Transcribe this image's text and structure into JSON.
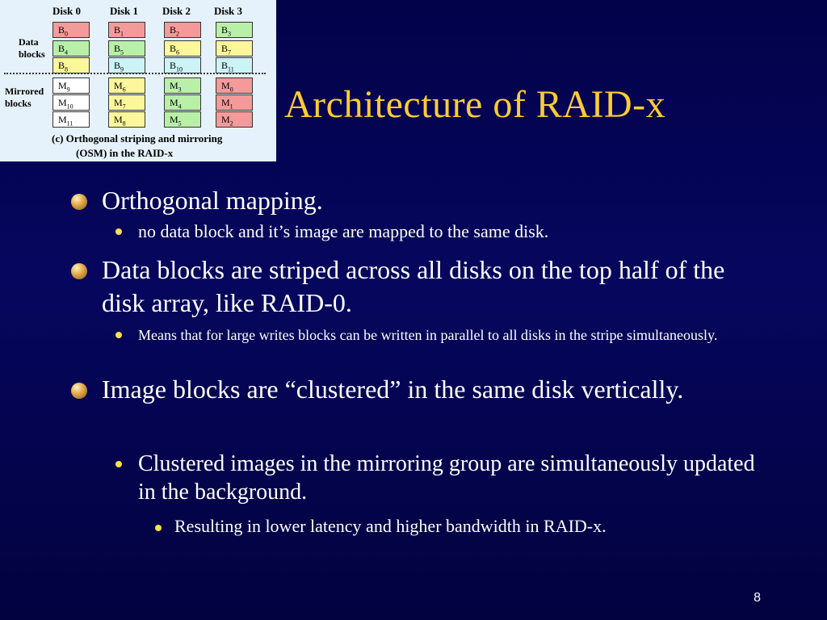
{
  "diagram": {
    "disks": [
      "Disk 0",
      "Disk 1",
      "Disk 2",
      "Disk 3"
    ],
    "data_label": [
      "Data",
      "blocks"
    ],
    "mirror_label": [
      "Mirrored",
      "blocks"
    ],
    "rows": [
      [
        {
          "letter": "B",
          "num": "0",
          "color": "red"
        },
        {
          "letter": "B",
          "num": "1",
          "color": "red"
        },
        {
          "letter": "B",
          "num": "2",
          "color": "red"
        },
        {
          "letter": "B",
          "num": "3",
          "color": "green"
        }
      ],
      [
        {
          "letter": "B",
          "num": "4",
          "color": "green"
        },
        {
          "letter": "B",
          "num": "5",
          "color": "green"
        },
        {
          "letter": "B",
          "num": "6",
          "color": "yellow"
        },
        {
          "letter": "B",
          "num": "7",
          "color": "yellow"
        }
      ],
      [
        {
          "letter": "B",
          "num": "8",
          "color": "yellow"
        },
        {
          "letter": "B",
          "num": "9",
          "color": "cyan"
        },
        {
          "letter": "B",
          "num": "10",
          "color": "cyan"
        },
        {
          "letter": "B",
          "num": "11",
          "color": "cyan"
        }
      ],
      [
        {
          "letter": "M",
          "num": "9",
          "color": "white"
        },
        {
          "letter": "M",
          "num": "6",
          "color": "yellow"
        },
        {
          "letter": "M",
          "num": "3",
          "color": "green"
        },
        {
          "letter": "M",
          "num": "0",
          "color": "red"
        }
      ],
      [
        {
          "letter": "M",
          "num": "10",
          "color": "white"
        },
        {
          "letter": "M",
          "num": "7",
          "color": "yellow"
        },
        {
          "letter": "M",
          "num": "4",
          "color": "green"
        },
        {
          "letter": "M",
          "num": "1",
          "color": "red"
        }
      ],
      [
        {
          "letter": "M",
          "num": "11",
          "color": "white"
        },
        {
          "letter": "M",
          "num": "8",
          "color": "yellow"
        },
        {
          "letter": "M",
          "num": "5",
          "color": "green"
        },
        {
          "letter": "M",
          "num": "2",
          "color": "red"
        }
      ]
    ],
    "caption_line1": "(c)  Orthogonal striping and mirroring",
    "caption_line2": "(OSM) in the RAID-x"
  },
  "title": "Architecture of RAID-x",
  "bullets": {
    "b1": "Orthogonal mapping.",
    "b1_sub": "no data block and it’s image are mapped to the same disk.",
    "b2": "Data blocks are striped across all disks on the top half of the disk array, like RAID-0.",
    "b2_sub": "Means that for large writes blocks can be written in parallel to all disks in the stripe simultaneously.",
    "b3": "Image blocks are “clustered” in the same disk vertically.",
    "b3_sub": "Clustered images in the mirroring group are simultaneously updated in the background.",
    "b3_sub_sub": "Resulting in lower latency and higher bandwidth in RAID-x."
  },
  "page_number": "8",
  "colors": {
    "background": "#05055a",
    "title": "#ffcc33",
    "bullet_yellow": "#ffe04d",
    "block_red": "#f59a9a",
    "block_green": "#b8f0a8",
    "block_yellow": "#fbf79a",
    "block_cyan": "#ccf4f7"
  }
}
